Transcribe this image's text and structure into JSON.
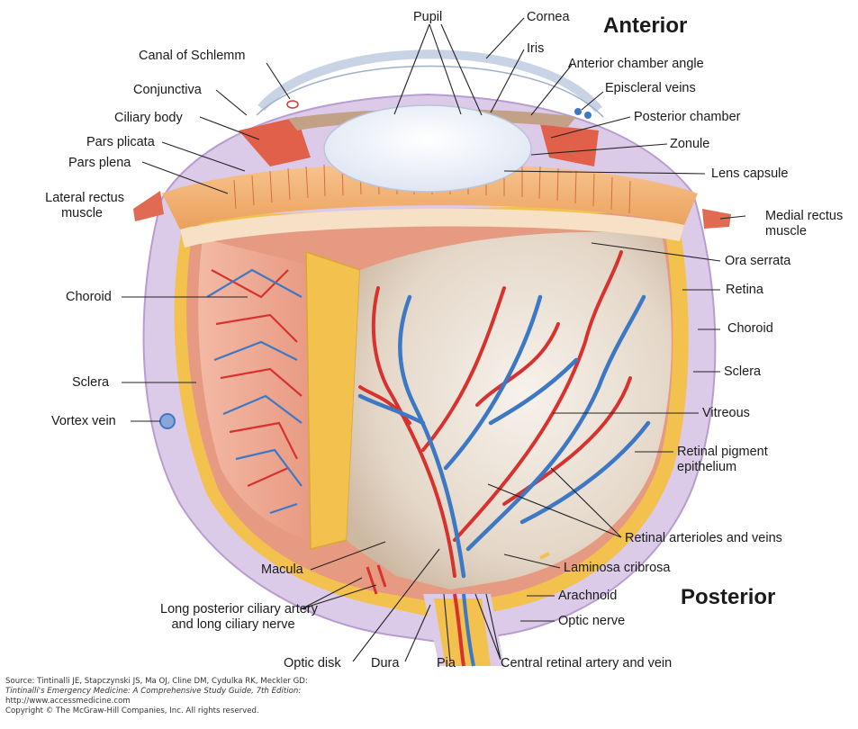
{
  "headings": {
    "anterior": "Anterior",
    "posterior": "Posterior"
  },
  "labels": {
    "pupil": "Pupil",
    "cornea": "Cornea",
    "iris": "Iris",
    "canal_of_schlemm": "Canal of Schlemm",
    "anterior_chamber_angle": "Anterior chamber angle",
    "conjunctiva": "Conjunctiva",
    "episcleral_veins": "Episcleral veins",
    "ciliary_body": "Ciliary body",
    "posterior_chamber": "Posterior chamber",
    "pars_plicata": "Pars plicata",
    "zonule": "Zonule",
    "pars_plena": "Pars plena",
    "lens_capsule": "Lens capsule",
    "lateral_rectus_line1": "Lateral rectus",
    "lateral_rectus_line2": "muscle",
    "medial_rectus_line1": "Medial rectus",
    "medial_rectus_line2": "muscle",
    "ora_serrata": "Ora serrata",
    "retina": "Retina",
    "choroid_left": "Choroid",
    "choroid_right": "Choroid",
    "sclera_left": "Sclera",
    "sclera_right": "Sclera",
    "vortex_vein": "Vortex vein",
    "vitreous": "Vitreous",
    "rpe_line1": "Retinal pigment",
    "rpe_line2": "epithelium",
    "retinal_arterioles": "Retinal arterioles and veins",
    "macula": "Macula",
    "laminosa_cribrosa": "Laminosa cribrosa",
    "lpca_line1": "Long posterior ciliary artery",
    "lpca_line2": "and long ciliary nerve",
    "arachnoid": "Arachnoid",
    "optic_nerve": "Optic nerve",
    "optic_disk": "Optic disk",
    "dura": "Dura",
    "pia": "Pia",
    "central_retinal": "Central retinal artery and vein"
  },
  "credits": {
    "line1": "Source: Tintinalli JE, Stapczynski JS, Ma OJ, Cline DM, Cydulka RK, Meckler GD:",
    "line2": "Tintinalli's Emergency Medicine: A Comprehensive Study Guide, 7th Edition:",
    "line3": "http://www.accessmedicine.com",
    "line4": "Copyright © The McGraw-Hill Companies, Inc. All rights reserved."
  },
  "colors": {
    "sclera": "#d9c6e6",
    "sclera_edge": "#b89cd0",
    "choroid_red": "#e9a08a",
    "retina_yellow": "#f2c14e",
    "vitreous": "#e8ded3",
    "ciliary_orange": "#f0a860",
    "lens": "#f4f6fb",
    "artery": "#d8322f",
    "vein": "#3d78c5",
    "muscle": "#e06a52"
  }
}
